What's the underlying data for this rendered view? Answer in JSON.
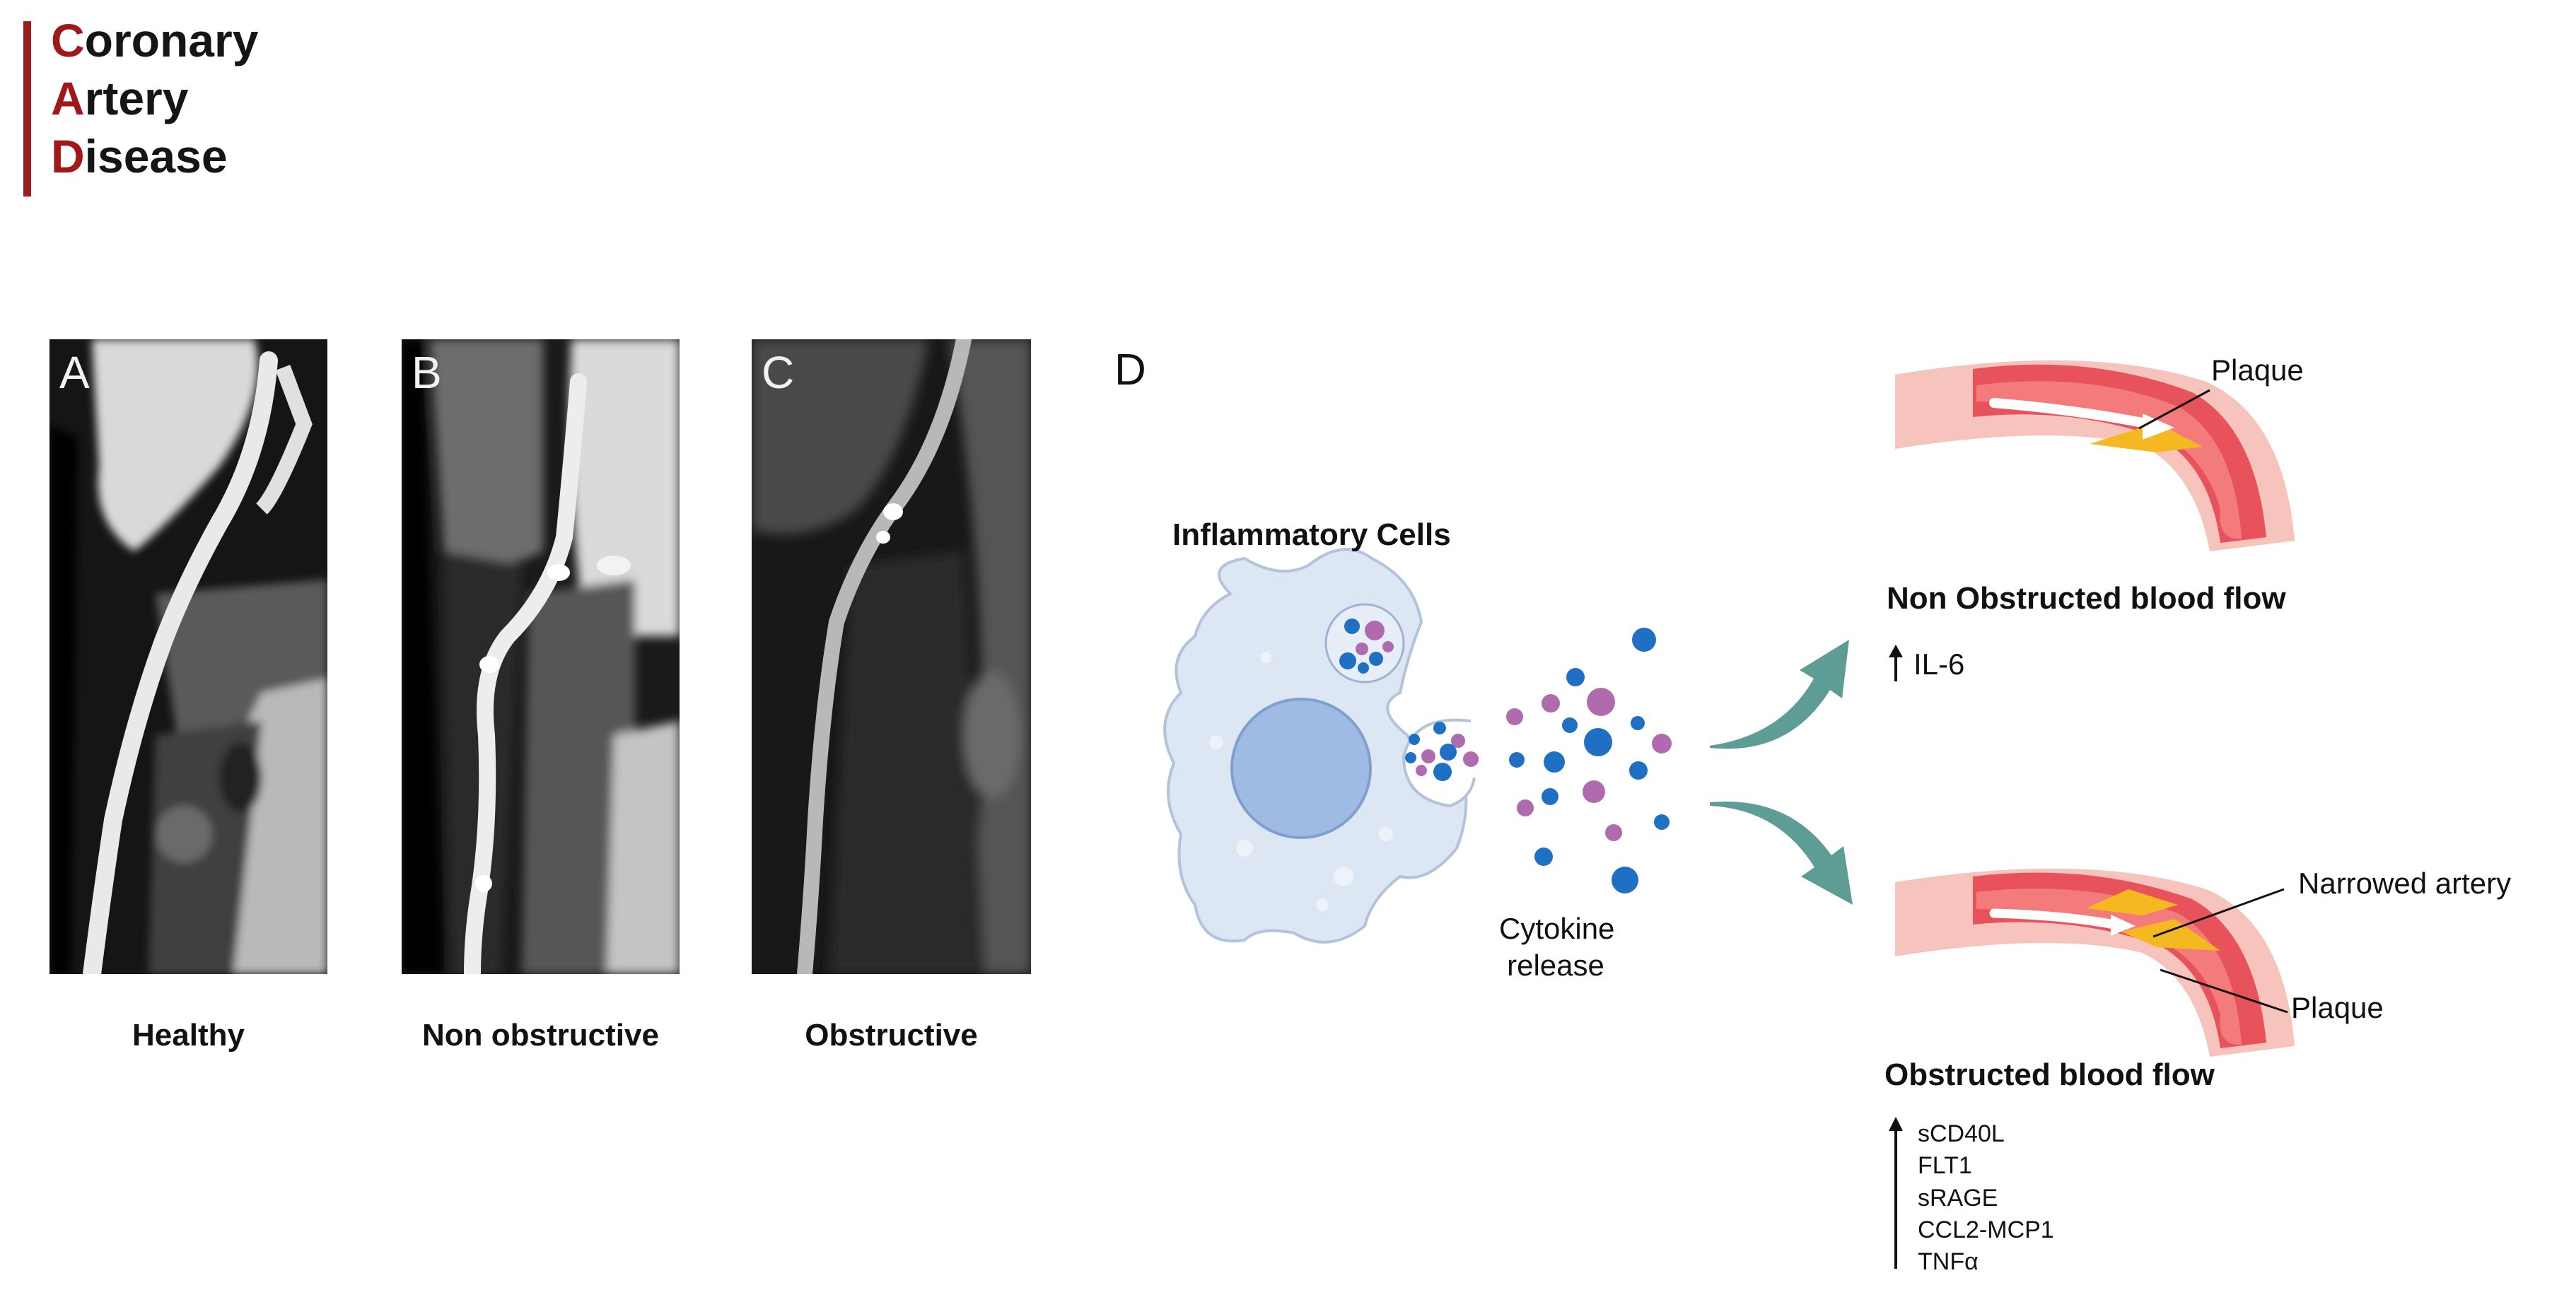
{
  "title": {
    "lines": [
      {
        "first": "C",
        "rest": "oronary"
      },
      {
        "first": "A",
        "rest": "rtery"
      },
      {
        "first": "D",
        "rest": "isease"
      }
    ],
    "accent_color": "#a01818"
  },
  "panels": [
    {
      "letter": "A",
      "caption": "Healthy"
    },
    {
      "letter": "B",
      "caption": "Non obstructive"
    },
    {
      "letter": "C",
      "caption": "Obstructive"
    }
  ],
  "diagram": {
    "letter": "D",
    "inflammatory_label": "Inflammatory Cells",
    "cytokine_label_1": "Cytokine",
    "cytokine_label_2": "release",
    "top": {
      "plaque_label": "Plaque",
      "title": "Non Obstructed blood flow",
      "markers": [
        "IL-6"
      ]
    },
    "bottom": {
      "narrowed_label": "Narrowed artery",
      "plaque_label": "Plaque",
      "title": "Obstructed blood flow",
      "markers": [
        "sCD40L",
        "FLT1",
        "sRAGE",
        "CCL2-MCP1",
        "TNFα"
      ]
    },
    "colors": {
      "cell_fill": "#dde6f3",
      "nucleus": "#9fbbe3",
      "cytokine_blue": "#1f6fc4",
      "cytokine_purple": "#b06aae",
      "arrow_teal": "#5e9c96",
      "artery_outer": "#f7c3bd",
      "artery_wall": "#e8525a",
      "plaque": "#f4b820"
    }
  }
}
